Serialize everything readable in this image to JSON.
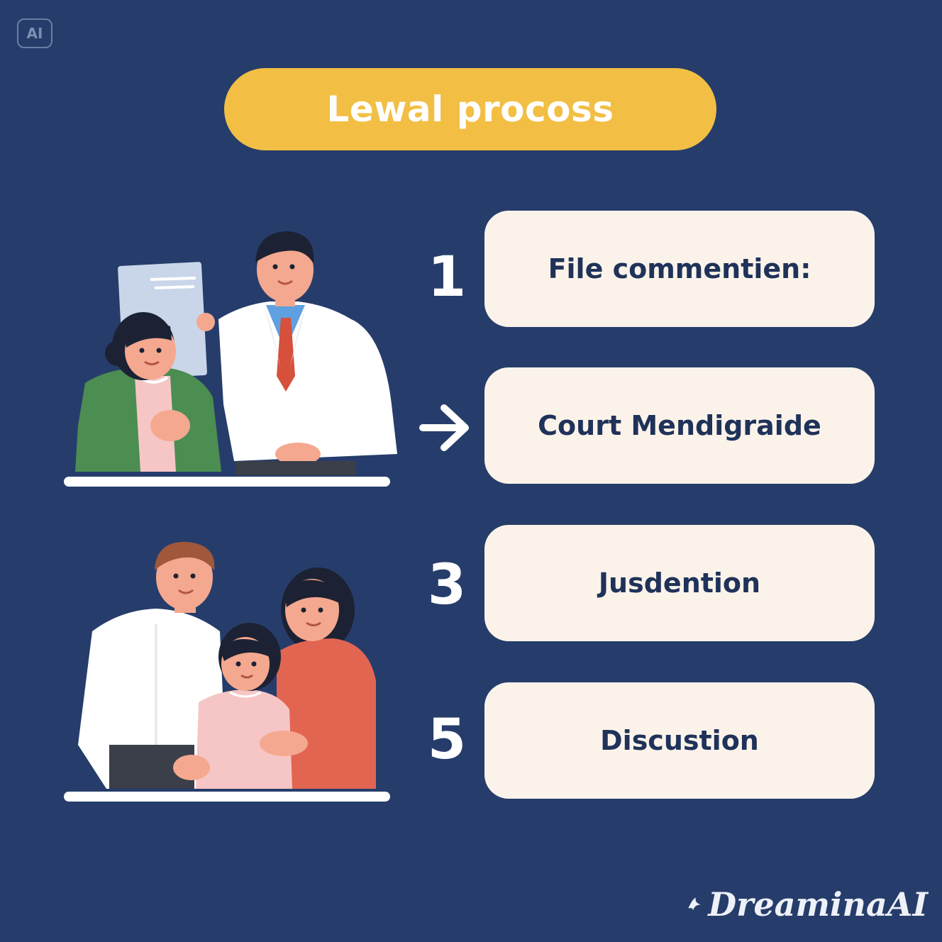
{
  "badge": {
    "label": "AI"
  },
  "title": "Lewal procoss",
  "steps": [
    {
      "marker": "1",
      "label": "File commentien:"
    },
    {
      "marker": "",
      "label": "Court Mendigraide"
    },
    {
      "marker": "3",
      "label": "Jusdention"
    },
    {
      "marker": "5",
      "label": "Discustion"
    }
  ],
  "watermark": {
    "text": "DreaminaAI"
  },
  "colors": {
    "background": "#263d6b",
    "title_pill": "#f2bf44",
    "step_box": "#fbf3ea",
    "step_text": "#1f3259"
  },
  "icons": {
    "step_2_marker": "arrow-right-icon",
    "scene_top": "client-and-doctor-illustration",
    "scene_bottom": "family-illustration",
    "watermark": "dreamina-logo-icon"
  }
}
